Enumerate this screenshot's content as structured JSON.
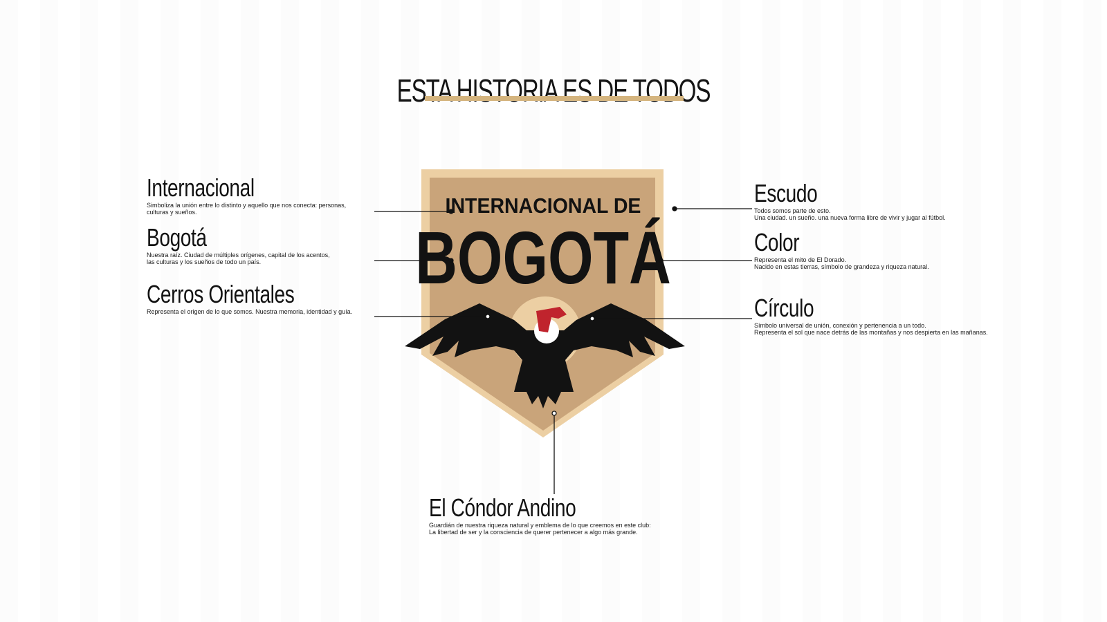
{
  "title": "ESTA HISTORIA ES DE TODOS",
  "crest": {
    "line1": "INTERNACIONAL DE",
    "line2": "BOGOTÁ"
  },
  "callouts": {
    "internacional": {
      "heading": "Internacional",
      "desc": "Simboliza la unión entre lo distinto y aquello que nos conecta: personas,\nculturas y sueños."
    },
    "bogota": {
      "heading": "Bogotá",
      "desc": "Nuestra raíz. Ciudad de múltiples orígenes, capital de los acentos,\nlas culturas y los sueños de todo un país."
    },
    "cerros": {
      "heading": "Cerros Orientales",
      "desc": "Representa el origen de lo que somos.  Nuestra memoria, identidad y guía."
    },
    "escudo": {
      "heading": "Escudo",
      "desc": "Todos somos parte de esto.\nUna ciudad. un sueño. una nueva forma libre de vivir y jugar al fútbol."
    },
    "color": {
      "heading": "Color",
      "desc": "Representa el mito de El Dorado.\nNacido en estas tierras, símbolo de grandeza y riqueza natural."
    },
    "circulo": {
      "heading": "Círculo",
      "desc": "Símbolo universal de unión, conexión y pertenencia a un todo.\nRepresenta el sol que nace detrás de las montañas y nos despierta en las mañanas."
    },
    "condor": {
      "heading": "El Cóndor Andino",
      "desc": "Guardián de nuestra riqueza natural y emblema de lo que creemos en este club:\nLa libertad de ser y la consciencia de querer pertenecer a algo más grande."
    }
  },
  "colors": {
    "gold_light": "#eccfa3",
    "gold": "#c9a47a",
    "black": "#121212",
    "red": "#c0242d"
  }
}
